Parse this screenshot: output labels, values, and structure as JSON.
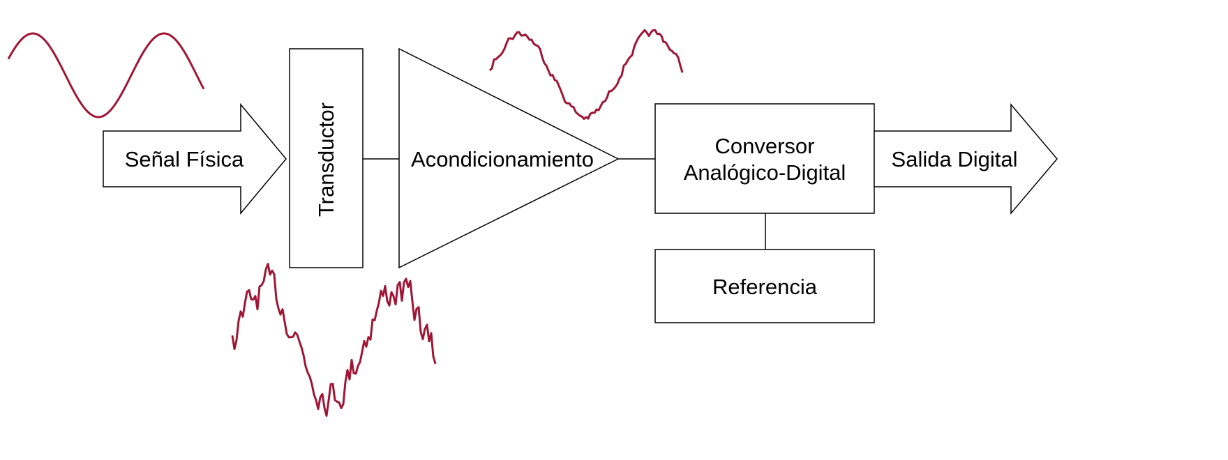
{
  "diagram": {
    "input_arrow_label": "Señal Física",
    "transducer_label": "Transductor",
    "conditioning_label": "Acondicionamiento",
    "adc_label_line1": "Conversor",
    "adc_label_line2": "Analógico-Digital",
    "reference_label": "Referencia",
    "output_arrow_label": "Salida Digital"
  },
  "colors": {
    "signal": "#a01535"
  }
}
